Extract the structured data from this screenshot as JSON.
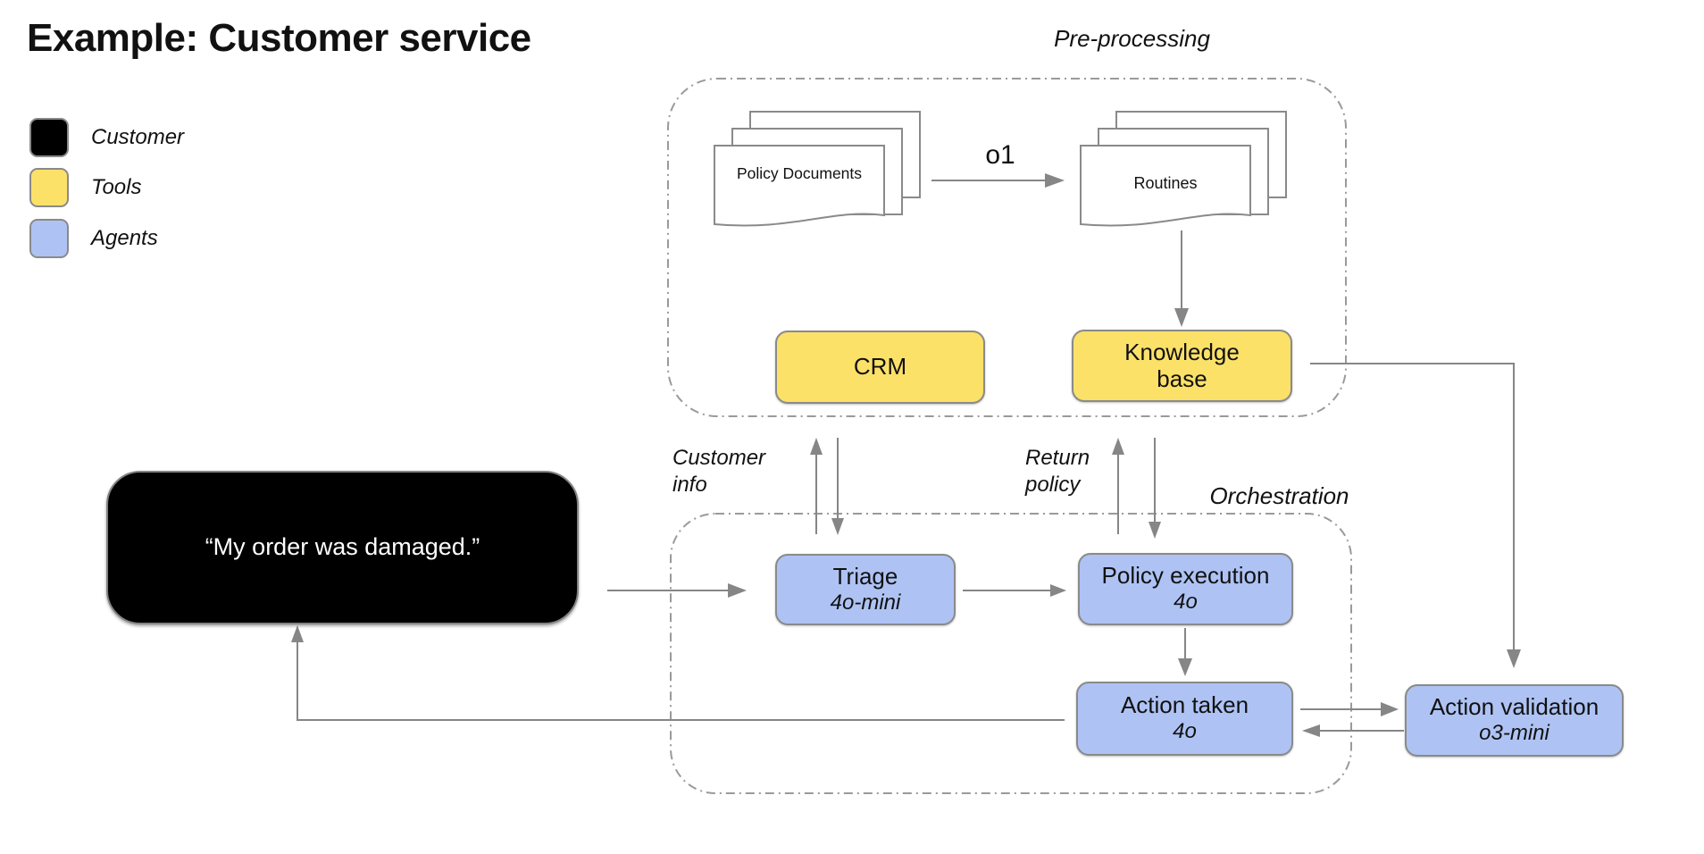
{
  "title": "Example: Customer service",
  "legend": [
    {
      "label": "Customer",
      "color": "#000000"
    },
    {
      "label": "Tools",
      "color": "#FCE169"
    },
    {
      "label": "Agents",
      "color": "#AEC3F4"
    }
  ],
  "groups": {
    "preprocessing": {
      "label": "Pre-processing"
    },
    "orchestration": {
      "label": "Orchestration"
    }
  },
  "nodes": {
    "customer_message": {
      "label": "“My order was damaged.”",
      "type": "customer"
    },
    "policy_documents": {
      "label": "Policy Documents",
      "type": "documents"
    },
    "routines": {
      "label": "Routines",
      "type": "documents"
    },
    "crm": {
      "label": "CRM",
      "type": "tool"
    },
    "knowledge_base": {
      "label": "Knowledge base",
      "type": "tool"
    },
    "triage": {
      "label": "Triage",
      "model": "4o-mini",
      "type": "agent"
    },
    "policy_execution": {
      "label": "Policy execution",
      "model": "4o",
      "type": "agent"
    },
    "action_taken": {
      "label": "Action taken",
      "model": "4o",
      "type": "agent"
    },
    "action_validation": {
      "label": "Action validation",
      "model": "o3-mini",
      "type": "agent"
    }
  },
  "edge_labels": {
    "o1": "o1",
    "customer_info": "Customer info",
    "return_policy": "Return policy"
  },
  "colors": {
    "tool_fill": "#FCE169",
    "agent_fill": "#AEC3F4",
    "customer_fill": "#000000",
    "line": "#868686",
    "dashed_border": "#9a9a9a",
    "box_border": "#8a8a8a"
  }
}
